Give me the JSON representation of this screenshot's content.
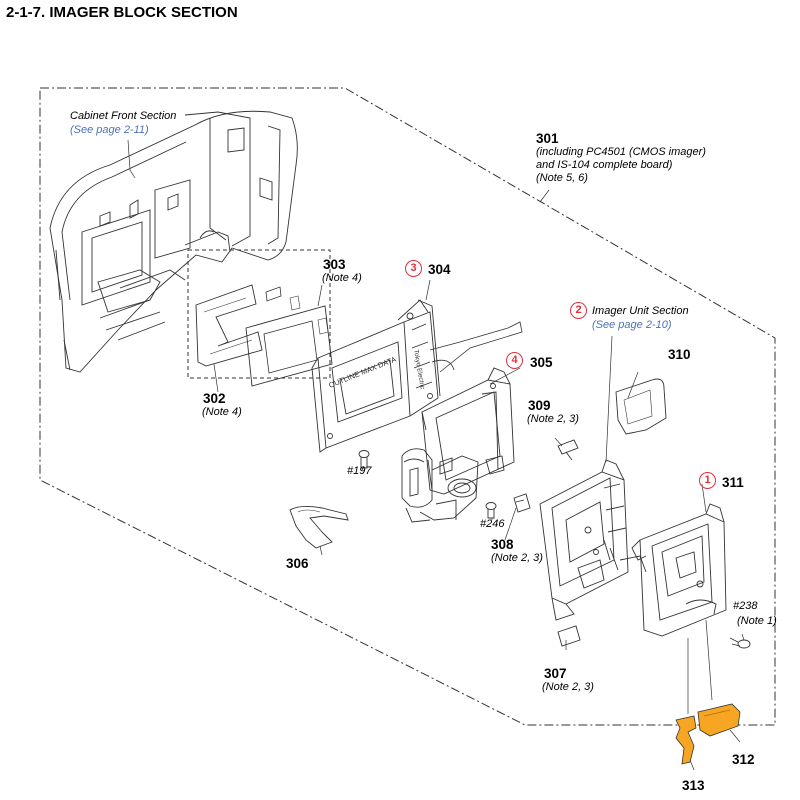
{
  "title": "2-1-7. IMAGER BLOCK SECTION",
  "colors": {
    "line": "#333333",
    "callout_circle": "#e0303a",
    "link": "#4a72b8",
    "orange_part": "#f6a623"
  },
  "cabinet": {
    "name": "Cabinet Front Section",
    "link": "(See page 2-11)"
  },
  "imager_unit": {
    "num": "2",
    "name": "Imager Unit Section",
    "link": "(See page 2-10)"
  },
  "parts": {
    "p301": {
      "num": "301",
      "line1": "(including PC4501 (CMOS imager)",
      "line2": "and IS-104 complete board)",
      "line3": "(Note 5, 6)"
    },
    "p302": {
      "num": "302",
      "note": "(Note 4)"
    },
    "p303": {
      "num": "303",
      "note": "(Note 4)"
    },
    "p304": {
      "num": "304",
      "circle": "3"
    },
    "p305": {
      "num": "305",
      "circle": "4"
    },
    "p306": {
      "num": "306"
    },
    "p307": {
      "num": "307",
      "note": "(Note 2, 3)"
    },
    "p308": {
      "num": "308",
      "note": "(Note 2, 3)"
    },
    "p309": {
      "num": "309",
      "note": "(Note 2, 3)"
    },
    "p310": {
      "num": "310"
    },
    "p311": {
      "num": "311",
      "circle": "1"
    },
    "p312": {
      "num": "312"
    },
    "p313": {
      "num": "313"
    }
  },
  "screws": {
    "s197": "#197",
    "s246": "#246",
    "s238": "#238",
    "s238_note": "(Note 1)"
  },
  "frame_text": {
    "outline": "OUTLINE MAX DATA",
    "side": "Tokyo Electric"
  }
}
